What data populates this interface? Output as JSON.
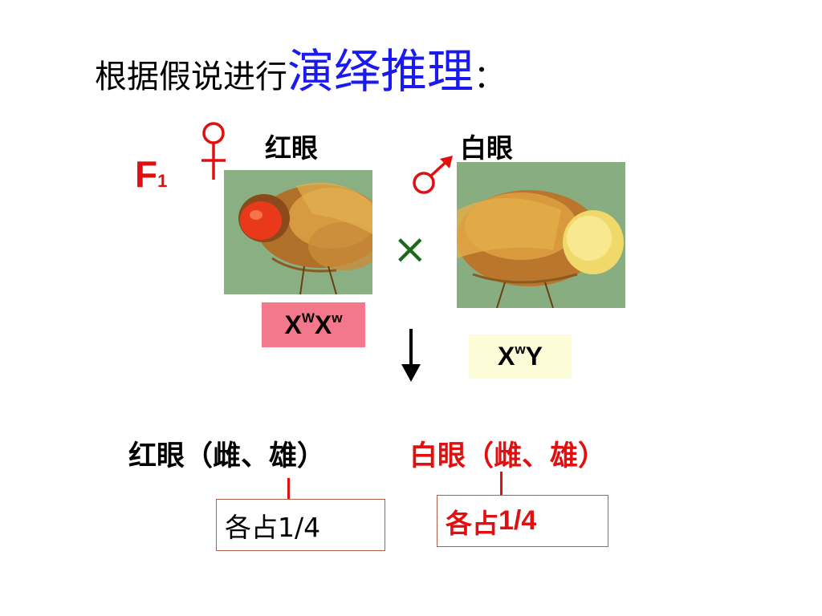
{
  "title": {
    "prefix": "根据假说进行",
    "emphasis": "演绎推理",
    "colon": "："
  },
  "generation": {
    "letter": "F",
    "sub": "1"
  },
  "female": {
    "phenotype": "红眼",
    "genotype": {
      "x1": "X",
      "a1": "W",
      "x2": "X",
      "a2": "w"
    }
  },
  "male": {
    "phenotype": "白眼",
    "genotype": {
      "x1": "X",
      "a1": "w",
      "y": "Y"
    }
  },
  "cross_symbol": "×",
  "offspring": {
    "red": "红眼（雌、雄）",
    "white": "白眼（雌、雄）",
    "each_left": "各占1/4",
    "each_right_prefix": "各占",
    "each_right_value": "1/4"
  },
  "colors": {
    "title_emphasis": "#1a1af0",
    "red_text": "#e01010",
    "genotype_pink": "#f4788b",
    "genotype_yellow": "#fdfcd8",
    "cross_green": "#1a6a1a"
  },
  "icons": [
    "female-symbol-icon",
    "male-symbol-icon",
    "cross-symbol",
    "down-arrow-icon"
  ]
}
